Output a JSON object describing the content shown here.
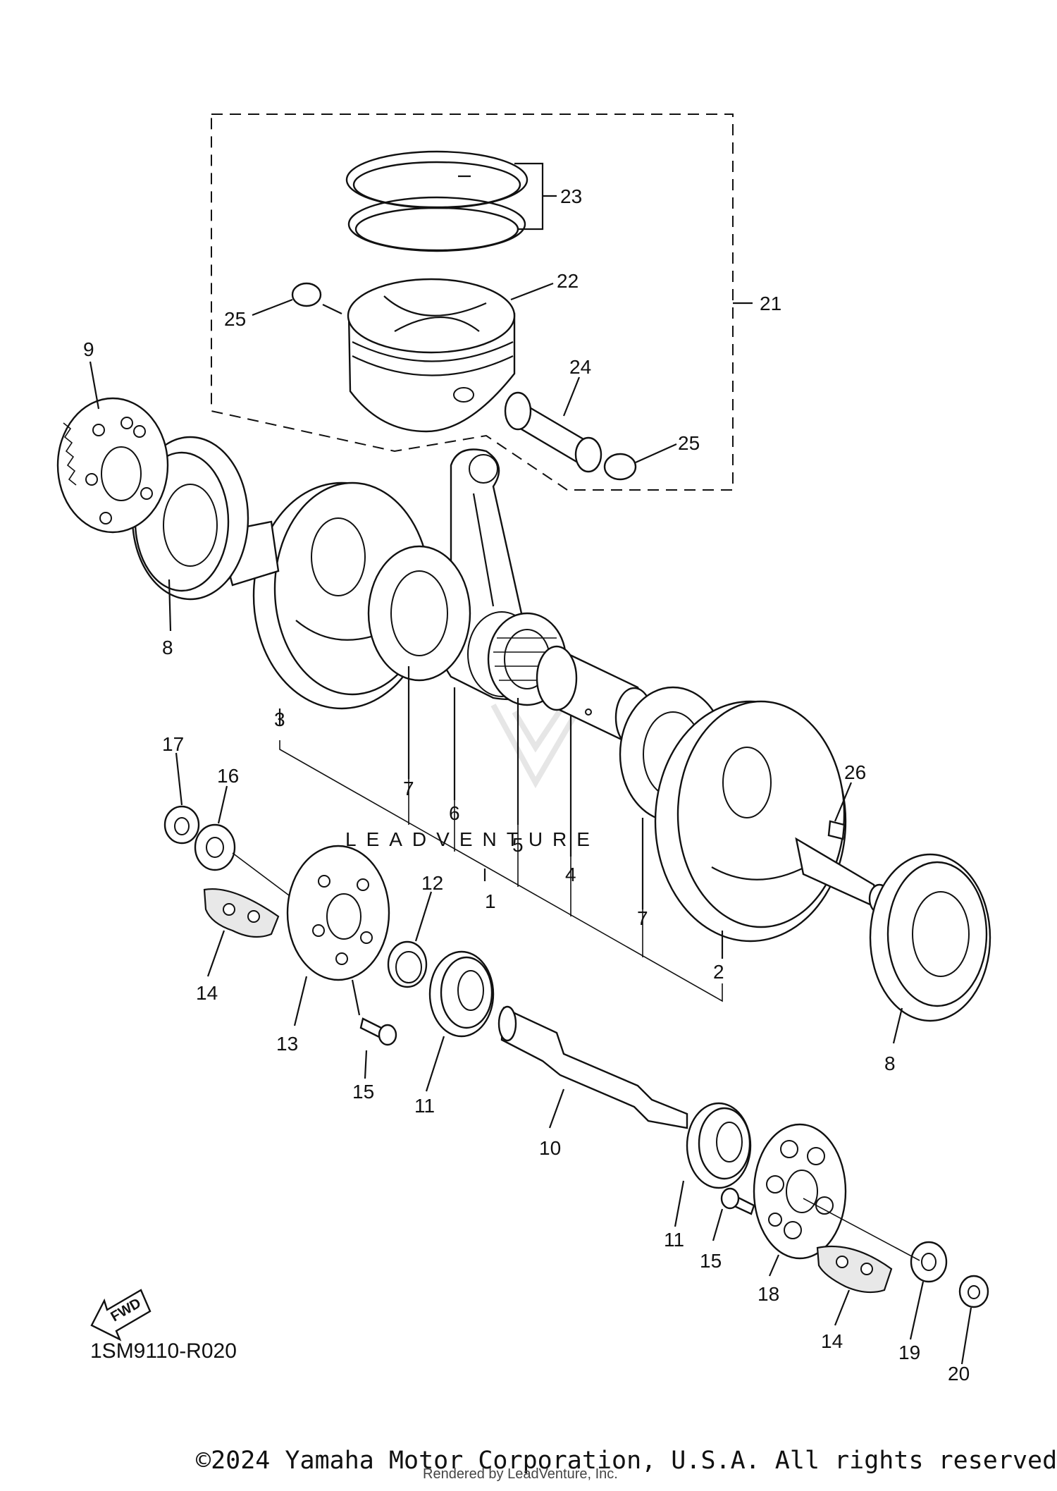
{
  "diagram": {
    "reference_code": "1SM9110-R020",
    "fwd_label": "FWD",
    "watermark": "LEADVENTURE",
    "callouts": {
      "c1": "1",
      "c2": "2",
      "c3": "3",
      "c4": "4",
      "c5": "5",
      "c6": "6",
      "c7a": "7",
      "c7b": "7",
      "c8a": "8",
      "c8b": "8",
      "c9": "9",
      "c10": "10",
      "c11a": "11",
      "c11b": "11",
      "c12": "12",
      "c13": "13",
      "c14a": "14",
      "c14b": "14",
      "c15a": "15",
      "c15b": "15",
      "c16": "16",
      "c17": "17",
      "c18": "18",
      "c19": "19",
      "c20": "20",
      "c21": "21",
      "c22": "22",
      "c23": "23",
      "c24": "24",
      "c25a": "25",
      "c25b": "25",
      "c26": "26"
    }
  },
  "footer": {
    "copyright": "©2024 Yamaha Motor Corporation, U.S.A. All rights reserved.",
    "rendered_by": "Rendered by LeadVenture, Inc."
  }
}
